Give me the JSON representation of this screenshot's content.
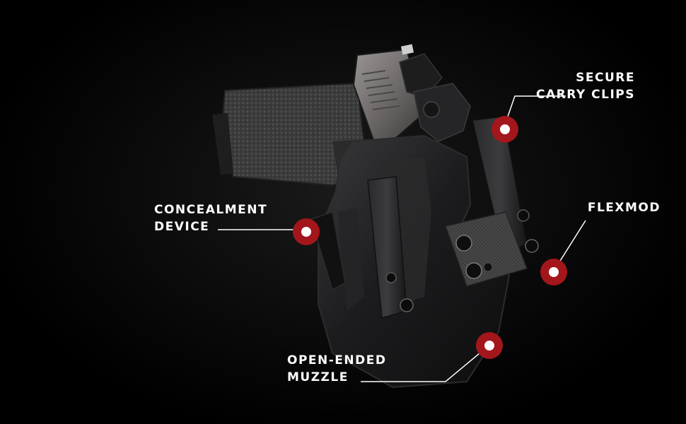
{
  "callouts": {
    "secure_clips": {
      "line1": "SECURE",
      "line2": "CARRY CLIPS"
    },
    "flexmod": {
      "line1": "FLEXMOD"
    },
    "concealment": {
      "line1": "CONCEALMENT",
      "line2": "DEVICE"
    },
    "muzzle": {
      "line1": "OPEN-ENDED",
      "line2": "MUZZLE"
    }
  },
  "colors": {
    "background": "#000000",
    "marker_ring": "#a3161c",
    "marker_dot": "#ffffff",
    "leader_line": "#ffffff",
    "label_text": "#ffffff"
  }
}
